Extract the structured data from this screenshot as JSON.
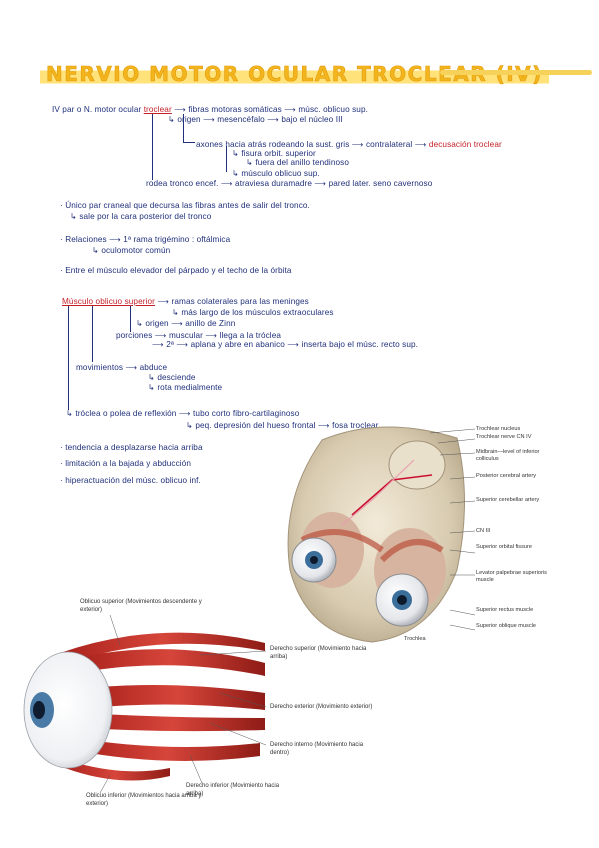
{
  "title": "NERVIO MOTOR OCULAR TROCLEAR  (IV)",
  "colors": {
    "title": "#f2b51d",
    "ink": "#20307a",
    "accent_red": "#c4202a",
    "highlight": "#ffe27a"
  },
  "notes": {
    "line1_a": "IV par o N. motor ocular",
    "line1_b": "troclear",
    "line1_c": "⟶ fibras motoras somáticas ⟶ músc. oblicuo sup.",
    "line2": "↳ origen ⟶ mesencéfalo ⟶ bajo el núcleo III",
    "line3_a": "axones hacia atrás rodeando la sust. gris ⟶ contralateral ⟶",
    "line3_b": "decusación troclear",
    "line4": "↳ fisura orbit. superior",
    "line5": "↳ fuera del anillo tendinoso",
    "line6": "↳ músculo oblicuo sup.",
    "line7": "rodea tronco encef. ⟶ atraviesa duramadre ⟶ pared later. seno cavernoso",
    "bullet1": "· Único par craneal que decursa las fibras antes de salir del tronco.",
    "bullet1_sub": "↳ sale por la cara posterior del tronco",
    "bullet2": "· Relaciones ⟶ 1ª rama trigémino : oftálmica",
    "bullet2_sub": "↳ oculomotor común",
    "bullet3": "· Entre el músculo elevador del párpado y el techo de la órbita",
    "m1_a": "Músculo oblicuo superior",
    "m1_b": "⟶ ramas colaterales para las meninges",
    "m2": "↳ más largo de los músculos extraoculares",
    "m3": "↳ origen ⟶ anillo de Zinn",
    "m4_a": "porciones",
    "m4_b": "⟶ muscular ⟶ llega a la tróclea",
    "m5": "⟶ 2ª ⟶ aplana y abre en abanico ⟶ inserta bajo el músc. recto sup.",
    "mov_a": "movimientos",
    "mov_b": "⟶ abduce",
    "mov_c": "↳ desciende",
    "mov_d": "↳ rota medialmente",
    "tro1": "↳ tróclea o polea de reflexión ⟶ tubo corto fibro-cartilaginoso",
    "tro2": "↳ peq. depresión del hueso frontal ⟶ fosa troclear",
    "lesion1": "· tendencia a desplazarse hacia arriba",
    "lesion2": "· limitación a la bajada y abducción",
    "lesion3": "· hiperactuación del músc. oblicuo inf."
  },
  "anatomy_labels": [
    "Trochlear nucleus",
    "Trochlear nerve CN IV",
    "Midbrain—level of inferior colliculus",
    "Posterior cerebral artery",
    "Superior cerebellar artery",
    "CN III",
    "Superior orbital fissure",
    "Levator palpebrae superioris muscle",
    "Superior rectus muscle",
    "Superior oblique muscle",
    "Trochlea"
  ],
  "eye_labels": {
    "oblicuo_superior": "Oblicuo superior (Movimientos descendente y exterior)",
    "derecho_superior": "Derecho superior (Movimiento hacia arriba)",
    "derecho_exterior": "Derecho exterior (Movimiento exterior)",
    "derecho_interno": "Derecho interno (Movimiento hacia dentro)",
    "derecho_inferior": "Derecho inferior (Movimiento hacia arriba)",
    "oblicuo_inferior": "Oblicuo inferior (Movimientos hacia arriba y exterior)"
  }
}
